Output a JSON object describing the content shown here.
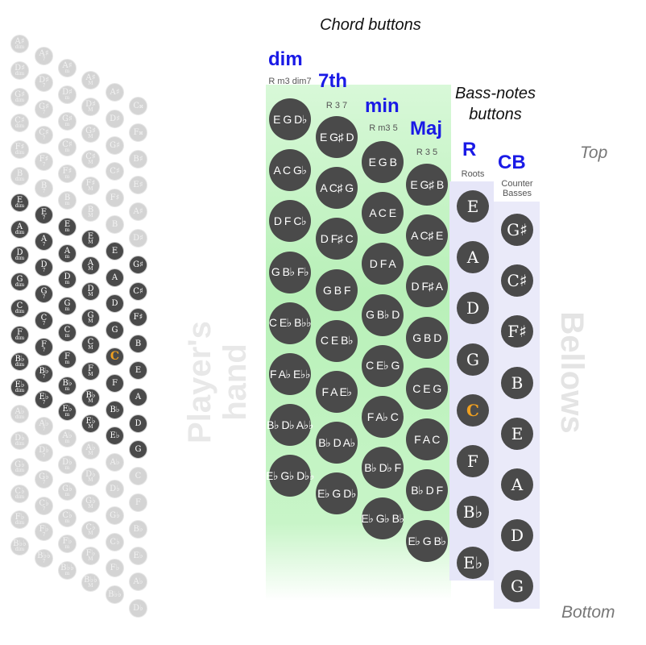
{
  "colors": {
    "button": "#4a4a4a",
    "highlight": "#f0a020",
    "heading": "#1a1ae6",
    "chord_band": "#c8f5c8",
    "bass_band": "#e4e4f8",
    "faded": "#d4d4d4"
  },
  "title": "Chord buttons",
  "bass_title": "Bass-notes buttons",
  "players_hand": [
    "Player's",
    "hand"
  ],
  "bellows": "Bellows",
  "top": "Top",
  "bottom": "Bottom",
  "columns": [
    {
      "id": "dim",
      "heading": "dim",
      "sub": "R m3 dim7",
      "buttons": [
        "E G D♭",
        "A C G♭",
        "D F C♭",
        "G B♭ F♭",
        "C E♭ B♭♭",
        "F A♭ E♭♭",
        "B♭ D♭ A♭♭",
        "E♭ G♭ D♭♭"
      ]
    },
    {
      "id": "7th",
      "heading": "7th",
      "sub": "R 3 7",
      "buttons": [
        "E G♯ D",
        "A C♯ G",
        "D F♯ C",
        "G B F",
        "C E B♭",
        "F A E♭",
        "B♭ D A♭",
        "E♭ G D♭"
      ]
    },
    {
      "id": "min",
      "heading": "min",
      "sub": "R m3 5",
      "buttons": [
        "E G B",
        "A C E",
        "D F A",
        "G B♭ D",
        "C E♭ G",
        "F A♭ C",
        "B♭ D♭ F",
        "E♭ G♭ B♭"
      ]
    },
    {
      "id": "maj",
      "heading": "Maj",
      "sub": "R 3 5",
      "buttons": [
        "E G♯ B",
        "A C♯ E",
        "D F♯ A",
        "G B D",
        "C E G",
        "F A C",
        "B♭ D F",
        "E♭ G B♭"
      ]
    },
    {
      "id": "roots",
      "heading": "R",
      "sub": "Roots",
      "buttons": [
        "E",
        "A",
        "D",
        "G",
        "C",
        "F",
        "B♭",
        "E♭"
      ],
      "highlight": 4
    },
    {
      "id": "counter",
      "heading": "CB",
      "sub": "Counter Basses",
      "buttons": [
        "G♯",
        "C♯",
        "F♯",
        "B",
        "E",
        "A",
        "D",
        "G"
      ]
    }
  ],
  "full_layout": {
    "dark_rows": [
      6,
      13
    ],
    "highlight": {
      "column": 4,
      "row": 10
    },
    "columns": [
      {
        "sub": "dim",
        "notes": [
          "A♯",
          "D♯",
          "G♯",
          "C♯",
          "F♯",
          "B",
          "E",
          "A",
          "D",
          "G",
          "C",
          "F",
          "B♭",
          "E♭",
          "A♭",
          "D♭",
          "G♭",
          "C♭",
          "F♭",
          "B♭♭"
        ]
      },
      {
        "sub": "7",
        "notes": [
          "A♯",
          "D♯",
          "G♯",
          "C♯",
          "F♯",
          "B",
          "E",
          "A",
          "D",
          "G",
          "C",
          "F",
          "B♭",
          "E♭",
          "A♭",
          "D♭",
          "G♭",
          "C♭",
          "F♭",
          "B♭♭"
        ]
      },
      {
        "sub": "m",
        "notes": [
          "A♯",
          "D♯",
          "G♯",
          "C♯",
          "F♯",
          "B",
          "E",
          "A",
          "D",
          "G",
          "C",
          "F",
          "B♭",
          "E♭",
          "A♭",
          "D♭",
          "G♭",
          "C♭",
          "F♭",
          "B♭♭"
        ]
      },
      {
        "sub": "M",
        "notes": [
          "A♯",
          "D♯",
          "G♯",
          "C♯",
          "F♯",
          "B",
          "E",
          "A",
          "D",
          "G",
          "C",
          "F",
          "B♭",
          "E♭",
          "A♭",
          "D♭",
          "G♭",
          "C♭",
          "F♭",
          "B♭♭"
        ]
      },
      {
        "sub": "",
        "notes": [
          "A♯",
          "D♯",
          "G♯",
          "C♯",
          "F♯",
          "B",
          "E",
          "A",
          "D",
          "G",
          "C",
          "F",
          "B♭",
          "E♭",
          "A♭",
          "D♭",
          "G♭",
          "C♭",
          "F♭",
          "B♭♭"
        ]
      },
      {
        "sub": "",
        "notes": [
          "C𝄪",
          "F𝄪",
          "B♯",
          "E♯",
          "A♯",
          "D♯",
          "G♯",
          "C♯",
          "F♯",
          "B",
          "E",
          "A",
          "D",
          "G",
          "C",
          "F",
          "B♭",
          "E♭",
          "A♭",
          "D♭"
        ]
      }
    ]
  }
}
